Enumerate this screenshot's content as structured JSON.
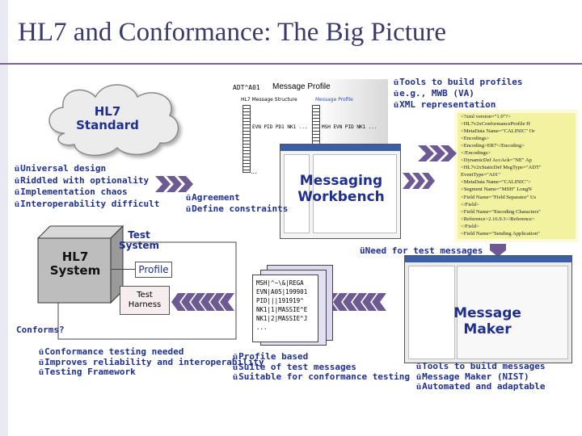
{
  "title": "HL7 and Conformance: The Big Picture",
  "cloud": {
    "line1": "HL7",
    "line2": "Standard"
  },
  "standard_issues": [
    "Universal design",
    "Riddled with optionality",
    "Implementation chaos",
    "Interoperability difficult"
  ],
  "profile_window": {
    "code": "ADT^A01",
    "title": "Message Profile",
    "structure_label": "HL7 Message Structure",
    "profile_label": "Message Profile",
    "seg_a": "EVN  PID  PD1  NK1 ...",
    "seg_b": "MSH  EVN  PID  NK1 ...",
    "ellipsis": "..."
  },
  "agreement": [
    "Agreement",
    "Define constraints"
  ],
  "workbench": {
    "line1": "Messaging",
    "line2": "Workbench"
  },
  "tools_top": [
    "Tools to build profiles",
    "e.g., MWB (VA)",
    "XML representation"
  ],
  "xml_lines": [
    "<?xml version=\"1.0\"?>",
    "<HL7v2xConformanceProfile H",
    "<MetaData Name=\"CALINIC\" Or",
    "<Encodings>",
    "<Encoding>ER7</Encoding>",
    "</Encodings>",
    "<DynamicDef AccAck=\"NE\" Ap",
    "<HL7v2xStaticDef MsgType=\"ADT\"",
    "EventType=\"A01\"",
    "<MetaData Name=\"CALINIC\">",
    "<Segment Name=\"MSH\" LongN",
    "<Field Name=\"Field Separator\" Us",
    "</Field>",
    "<Field Name=\"Encoding Characters\"",
    "<Reference>2.16.9.3</Reference>",
    "</Field>",
    "<Field Name=\"Sending Application\""
  ],
  "test_system": {
    "line1": "Test",
    "line2": "System"
  },
  "need_test": "Need for test messages",
  "hl7_system": {
    "line1": "HL7",
    "line2": "System"
  },
  "profile_tag": "Profile",
  "test_harness": {
    "line1": "Test",
    "line2": "Harness"
  },
  "conforms": "Conforms?",
  "hl7_message_lines": [
    "MSH|^~\\&|REGA",
    "EVN|A05|199901",
    "PID|||191919^",
    "NK1|1|MASSIE^E",
    "NK1|2|MASSIE^J",
    "..."
  ],
  "message_maker": {
    "line1": "Message",
    "line2": "Maker"
  },
  "conformance_list": [
    "Conformance testing needed",
    "Improves reliability and interoperability",
    "Testing Framework"
  ],
  "profile_list": [
    "Profile based",
    "Suite of test messages",
    "Suitable for conformance testing"
  ],
  "tools_bottom": [
    "Tools to build messages",
    "Message Maker (NIST)",
    "Automated and adaptable"
  ],
  "colors": {
    "title": "#3b3b6b",
    "text_blue": "#1f2f8f",
    "chevron": "#6e5a92",
    "highlight": "#f2f2a0"
  }
}
